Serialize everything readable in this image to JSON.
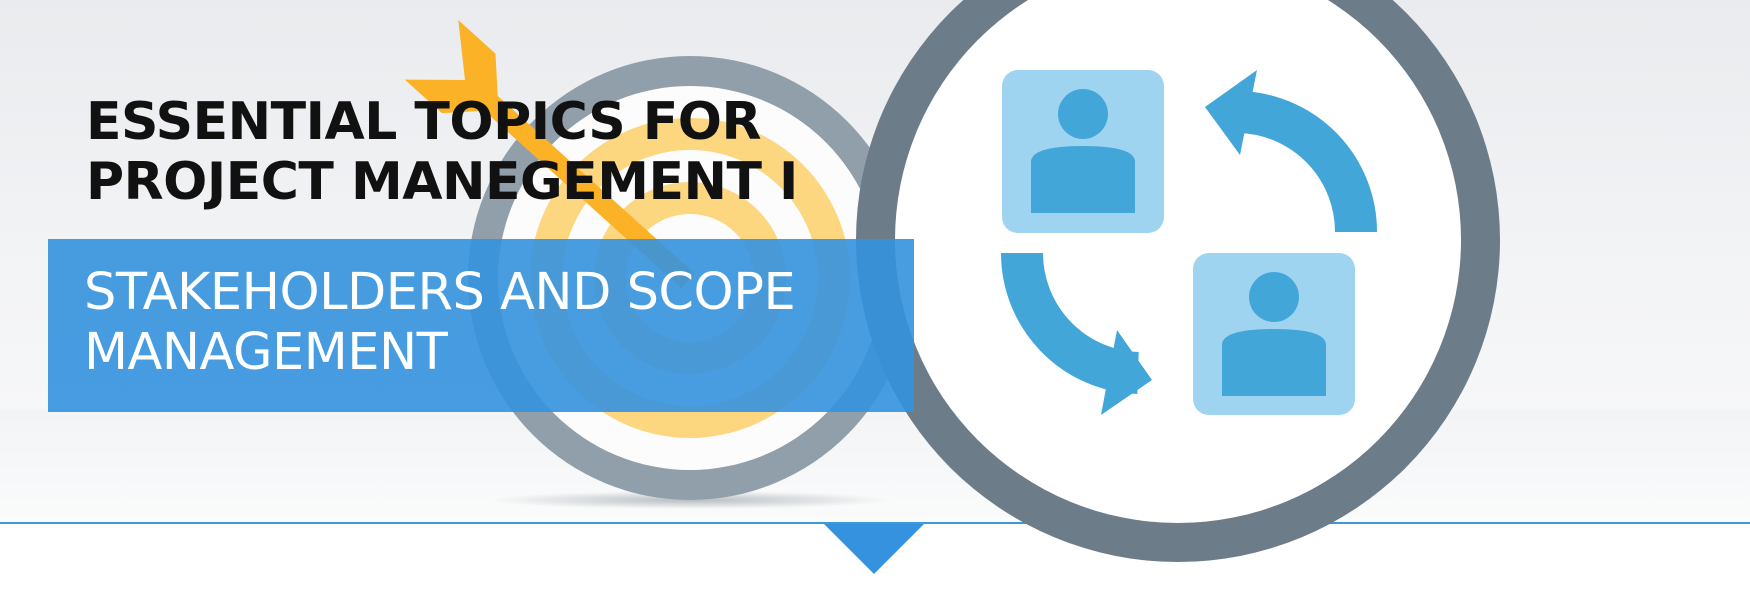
{
  "banner": {
    "title_line_1": "ESSENTIAL TOPICS FOR",
    "title_line_2": "PROJECT MANEGEMENT I",
    "subtitle_line_1": "STAKEHOLDERS AND SCOPE",
    "subtitle_line_2": "MANAGEMENT"
  },
  "colors": {
    "accent_blue": "#3492de",
    "dark_blue": "#43a6d9",
    "light_blue": "#9fd4f1",
    "ring_gray": "#6d7c89",
    "target_gray": "#909faa",
    "target_yellow": "#fdd680",
    "dart_orange": "#fbb226",
    "title_black": "#111111",
    "background": "#eef0f2"
  },
  "icons": {
    "target": "target-icon",
    "dart": "dart-arrow-icon",
    "stakeholder": "person-icon",
    "exchange": "circular-arrows-icon",
    "down_pointer": "down-triangle-icon"
  }
}
